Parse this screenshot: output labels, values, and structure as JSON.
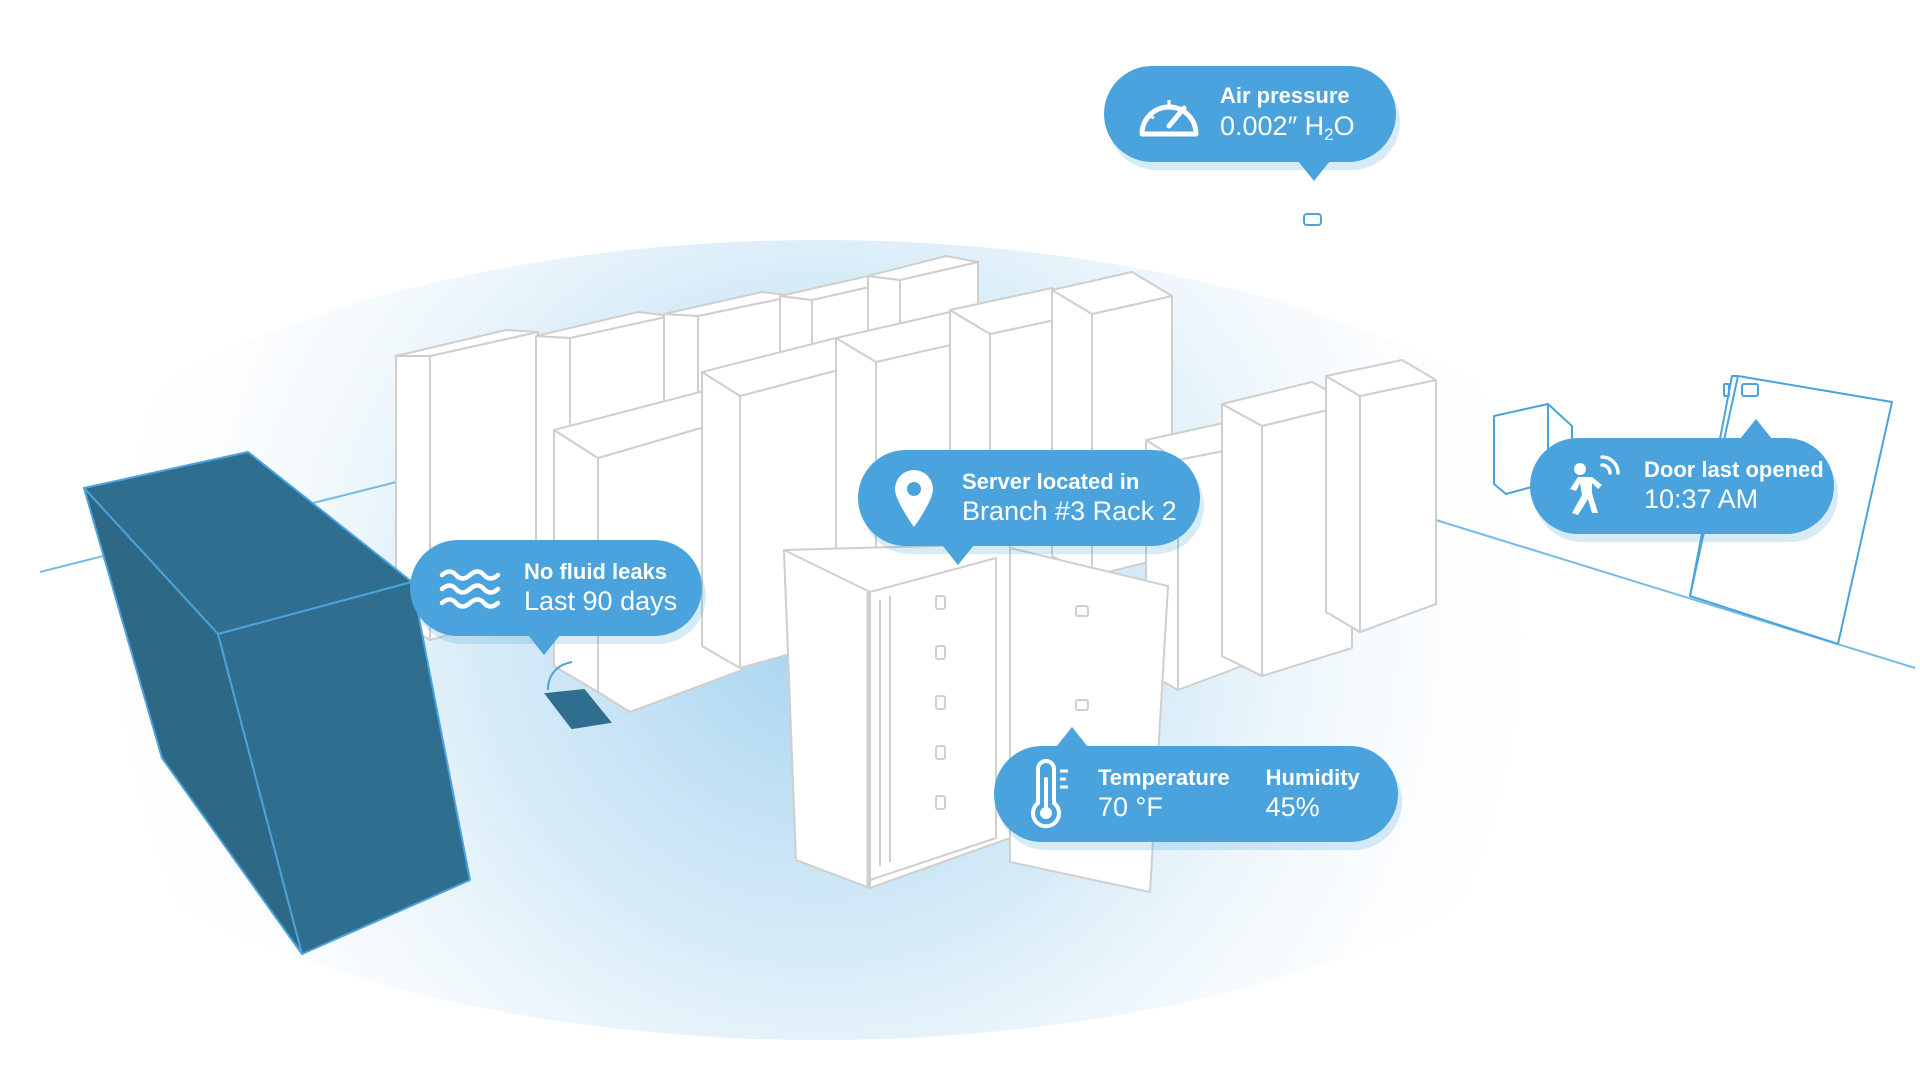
{
  "colors": {
    "accent": "#4aa3dc",
    "accent_dark": "#2f6e8e",
    "outline": "#cfcfcf",
    "floor_glow": "#9fd0ee"
  },
  "callouts": {
    "air_pressure": {
      "icon": "gauge-icon",
      "title": "Air pressure",
      "value_prefix": "0.002″ H",
      "value_sub": "2",
      "value_suffix": "O"
    },
    "leak": {
      "icon": "water-waves-icon",
      "title": "No fluid leaks",
      "value": "Last 90 days"
    },
    "location": {
      "icon": "location-pin-icon",
      "title": "Server located in",
      "value": "Branch #3 Rack 2"
    },
    "door": {
      "icon": "person-motion-icon",
      "title": "Door last opened",
      "value": "10:37 AM"
    },
    "climate": {
      "icon": "thermometer-icon",
      "temperature_label": "Temperature",
      "temperature_value": "70 °F",
      "humidity_label": "Humidity",
      "humidity_value": "45%"
    }
  }
}
